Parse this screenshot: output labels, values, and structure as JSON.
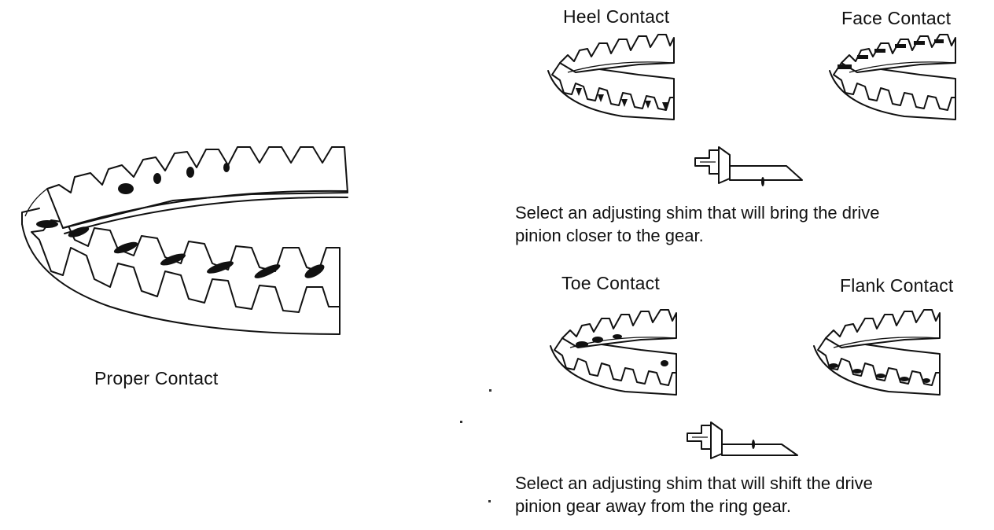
{
  "labels": {
    "proper": "Proper Contact",
    "heel": "Heel Contact",
    "face": "Face Contact",
    "toe": "Toe Contact",
    "flank": "Flank Contact"
  },
  "instructions": {
    "closer_line1": "Select an adjusting shim that will bring the drive",
    "closer_line2": "pinion closer to the gear.",
    "away_line1": "Select an adjusting shim that will shift the drive",
    "away_line2": "pinion gear away from the ring gear."
  },
  "icons": {
    "large_gear": "ring-gear-proper-contact-icon",
    "small_gears": [
      "ring-gear-heel-contact-icon",
      "ring-gear-face-contact-icon",
      "ring-gear-toe-contact-icon",
      "ring-gear-flank-contact-icon"
    ],
    "pinions": [
      "pinion-shim-closer-icon",
      "pinion-shim-away-icon"
    ]
  }
}
